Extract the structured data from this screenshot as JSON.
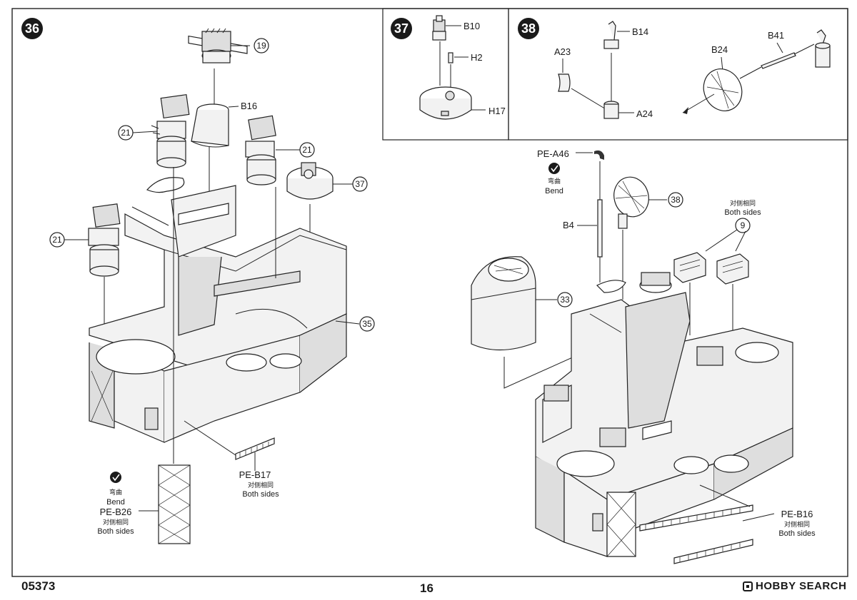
{
  "page": {
    "product_code": "05373",
    "page_number": "16",
    "brand": "HOBBY SEARCH"
  },
  "steps": {
    "s36": {
      "number": "36"
    },
    "s37": {
      "number": "37"
    },
    "s38": {
      "number": "38"
    }
  },
  "step36": {
    "callouts": [
      "19",
      "21",
      "21",
      "21",
      "37",
      "35"
    ],
    "part_labels": {
      "b16": "B16"
    },
    "bend_cn": "弯曲",
    "bend_en": "Bend",
    "pe_b26": "PE-B26",
    "pe_b26_cn": "对侧相同",
    "pe_b26_en": "Both sides",
    "pe_b17": "PE-B17",
    "pe_b17_cn": "对侧相同",
    "pe_b17_en": "Both sides"
  },
  "step37": {
    "part_labels": {
      "b10": "B10",
      "h2": "H2",
      "h17": "H17"
    }
  },
  "step38": {
    "part_labels": {
      "b14": "B14",
      "a23": "A23",
      "a24": "A24",
      "b24": "B24",
      "b41": "B41"
    }
  },
  "result": {
    "pe_a46": "PE-A46",
    "bend_cn": "弯曲",
    "bend_en": "Bend",
    "b4": "B4",
    "callout_38": "38",
    "callout_9": "9",
    "callout_33": "33",
    "both_sides_cn": "对侧相同",
    "both_sides_en": "Both sides",
    "pe_b16": "PE-B16",
    "pe_b16_cn": "对侧相同",
    "pe_b16_en": "Both sides"
  }
}
